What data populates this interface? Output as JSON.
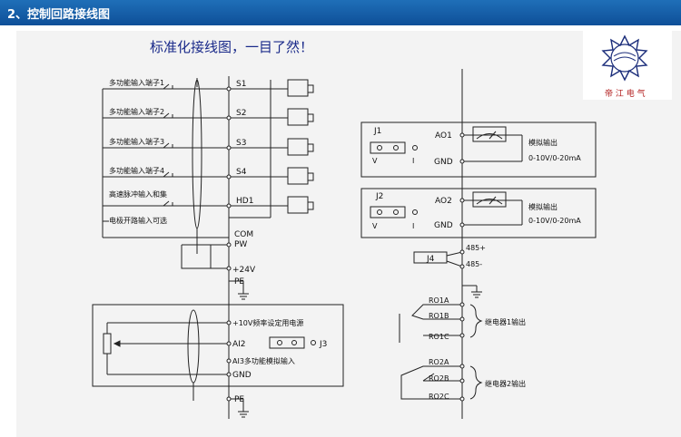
{
  "header": {
    "title": "2、控制回路接线图",
    "bar_color": "#1565b4"
  },
  "diagram": {
    "subtitle": "标准化接线图，一目了然！",
    "logo_text": "帝 江 电 气",
    "inputs": [
      {
        "label": "多功能输入端子1",
        "terminal": "S1"
      },
      {
        "label": "多功能输入端子2",
        "terminal": "S2"
      },
      {
        "label": "多功能输入端子3",
        "terminal": "S3"
      },
      {
        "label": "多功能输入端子4",
        "terminal": "S4"
      },
      {
        "label": "高速脉冲输入和集",
        "terminal": "HD1"
      },
      {
        "label": "电极开路输入可选",
        "terminal": ""
      }
    ],
    "com_terminals": [
      "COM",
      "PW"
    ],
    "plus24": "+24V",
    "pe": "PE",
    "analog": [
      {
        "terminal": "+10V",
        "desc": "频率设定用电源"
      },
      {
        "terminal": "AI2",
        "desc": ""
      },
      {
        "terminal": "AI3",
        "desc": "多功能模拟输入"
      },
      {
        "terminal": "GND",
        "desc": ""
      }
    ],
    "pe_bottom": "PE",
    "j3": "J3",
    "j1": {
      "label": "J1",
      "out": "AO1",
      "gnd": "GND",
      "desc": "模拟输出",
      "range": "0-10V/0-20mA",
      "v": "V",
      "i": "I"
    },
    "j2": {
      "label": "J2",
      "out": "AO2",
      "gnd": "GND",
      "desc": "模拟输出",
      "range": "0-10V/0-20mA",
      "v": "V",
      "i": "I"
    },
    "j4": "J4",
    "rs485": [
      "485+",
      "485-"
    ],
    "relay1": {
      "terminals": [
        "RO1A",
        "RO1B",
        "RO1C"
      ],
      "desc": "继电器1输出"
    },
    "relay2": {
      "terminals": [
        "RO2A",
        "RO2B",
        "RO2C"
      ],
      "desc": "继电器2输出"
    }
  }
}
